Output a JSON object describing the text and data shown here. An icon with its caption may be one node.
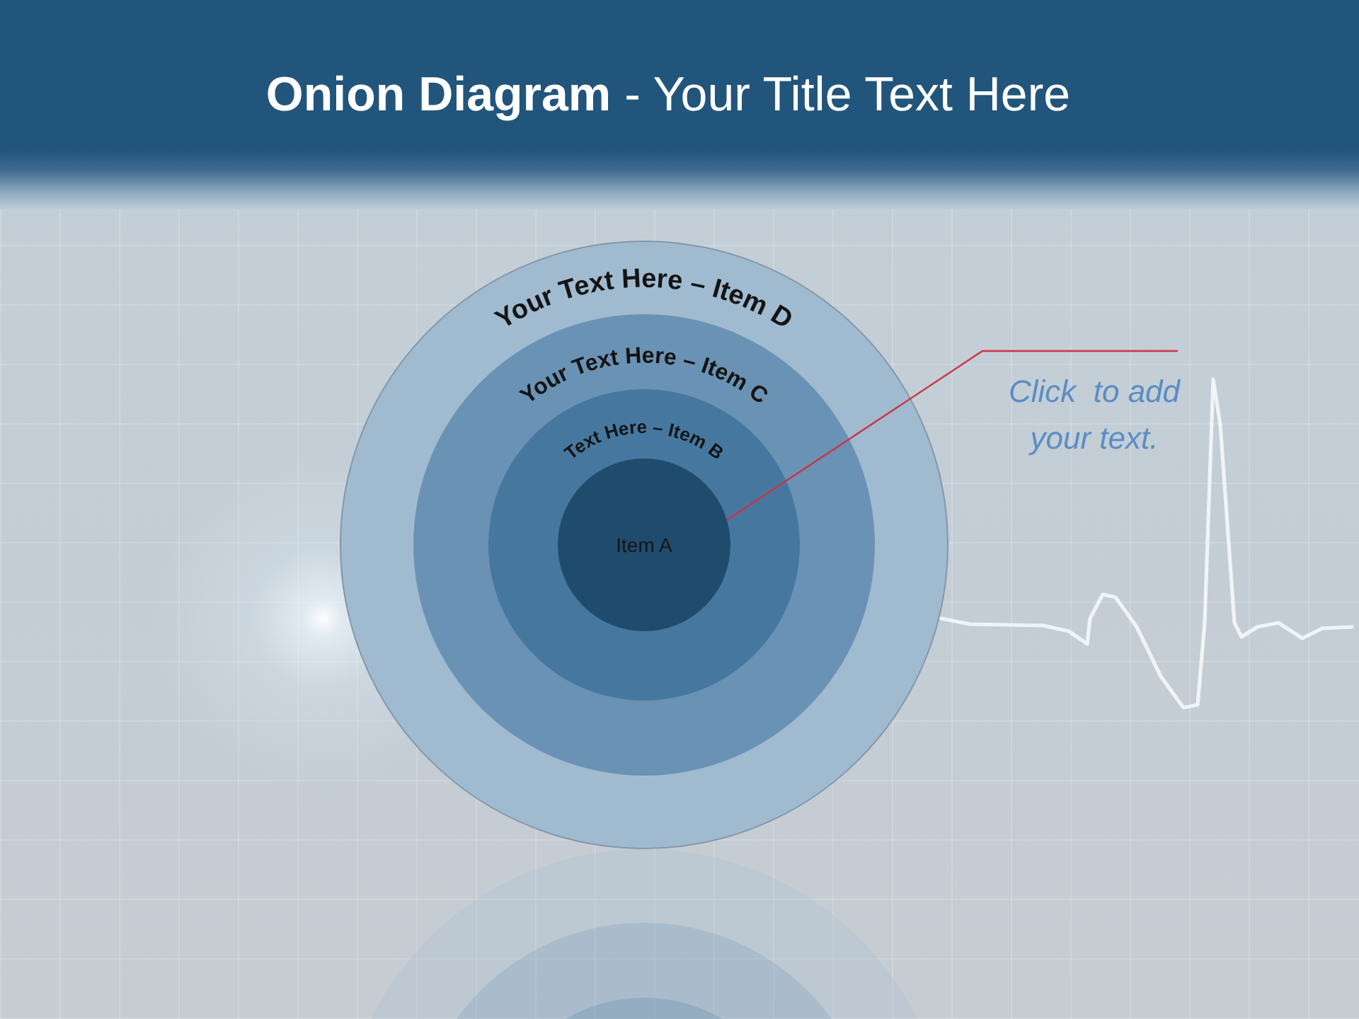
{
  "diagram": {
    "title": "**Onion Diagram** - Your Title Text Here",
    "nodes": [
      {
        "text": [
          "Your Text Here – Item D"
        ]
      },
      {
        "text": [
          "Your Text Here – Item C"
        ],
        "in": 0
      },
      {
        "text": [
          "Text Here – Item B"
        ],
        "in": 1
      },
      {
        "text": [
          "Item A"
        ],
        "in": 2
      },
      {
        "text": [
          "Click  to add your text."
        ]
      }
    ],
    "edges": [
      {
        "from": 4,
        "to": 3,
        "arrow": "none"
      }
    ]
  }
}
